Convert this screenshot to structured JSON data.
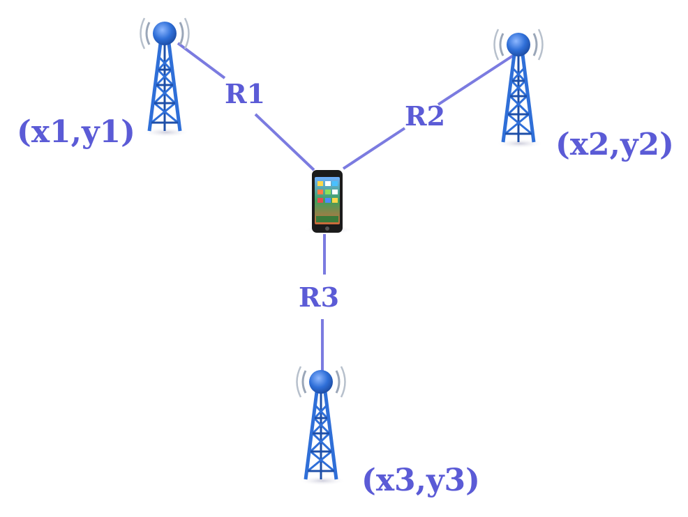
{
  "diagram": {
    "colors": {
      "label": "#5b5bd6",
      "link": "#7b7be0",
      "tower": "#2f6fd8",
      "tower_dark": "#1e4fa8",
      "phone_body": "#1b1b1b"
    },
    "towers": [
      {
        "id": "tower-1",
        "label": "(x1,y1)",
        "icon": "cell-tower-icon"
      },
      {
        "id": "tower-2",
        "label": "(x2,y2)",
        "icon": "cell-tower-icon"
      },
      {
        "id": "tower-3",
        "label": "(x3,y3)",
        "icon": "cell-tower-icon"
      }
    ],
    "phone": {
      "icon": "smartphone-icon"
    },
    "links": [
      {
        "id": "r1",
        "label": "R1"
      },
      {
        "id": "r2",
        "label": "R2"
      },
      {
        "id": "r3",
        "label": "R3"
      }
    ]
  }
}
